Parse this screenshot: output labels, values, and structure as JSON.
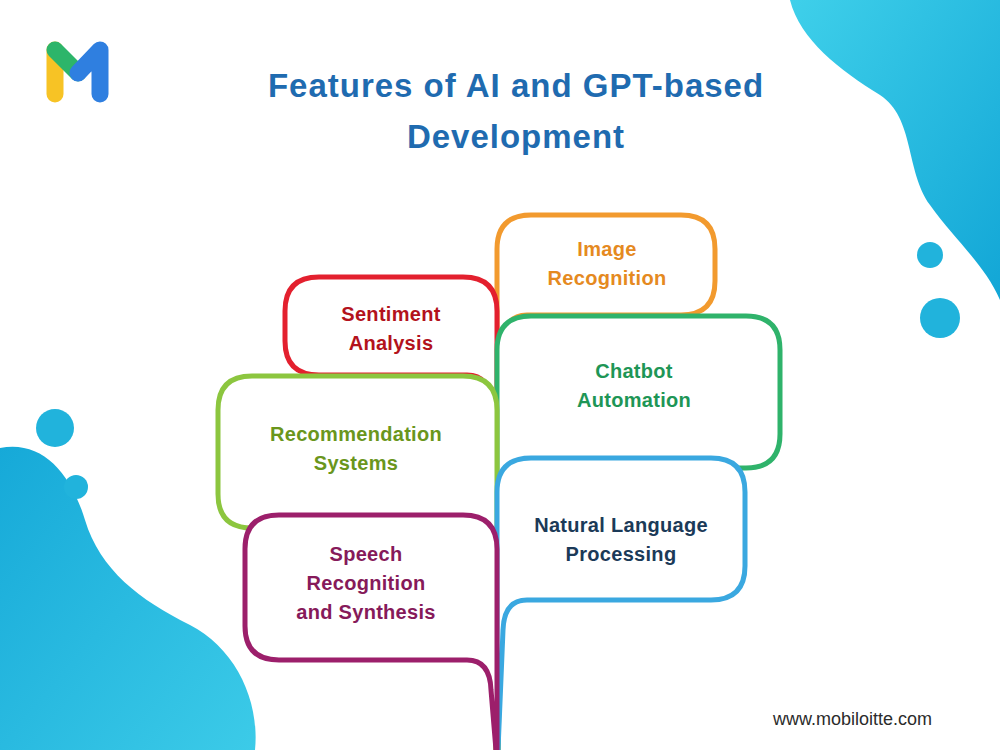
{
  "diagram": {
    "title": "Features of AI and GPT-based Development",
    "nodes": [
      {
        "text": [
          "Image Recognition"
        ]
      },
      {
        "text": [
          "Sentiment Analysis"
        ]
      },
      {
        "text": [
          "Chatbot Automation"
        ]
      },
      {
        "text": [
          "Recommendation Systems"
        ]
      },
      {
        "text": [
          "Natural Language Processing"
        ]
      },
      {
        "text": [
          "Speech Recognition and Synthesis"
        ]
      }
    ],
    "labels": [
      "www.mobiloitte.com"
    ]
  }
}
